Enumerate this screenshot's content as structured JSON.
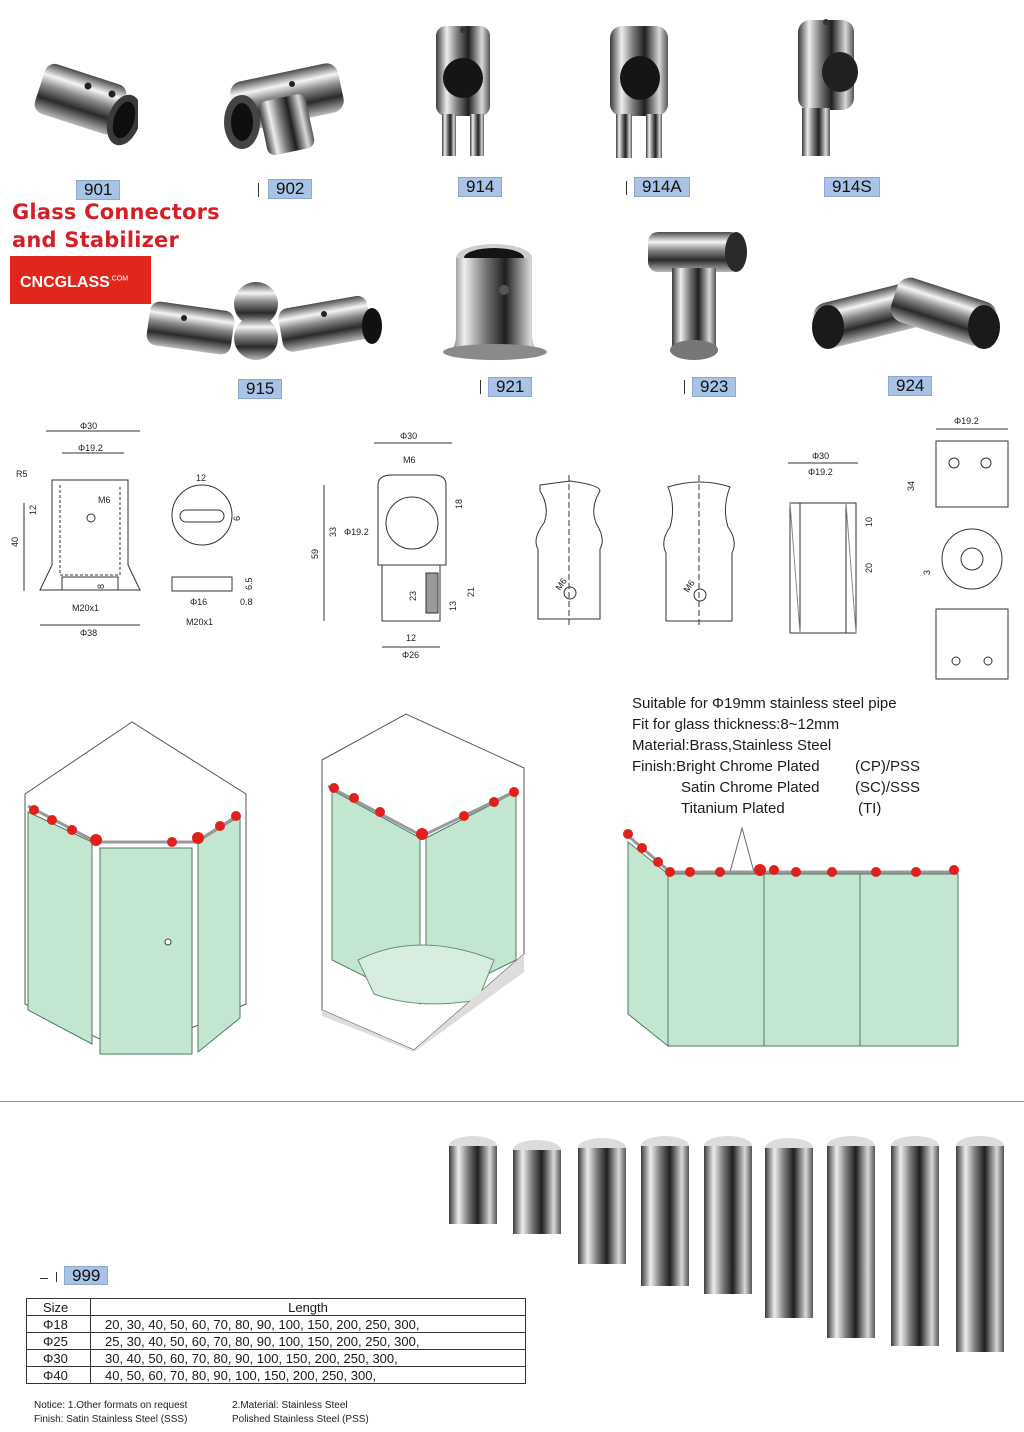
{
  "brand": {
    "title_line1": "Glass Connectors",
    "title_line2": "and Stabilizer",
    "logo": "CNCGLASS",
    "logo_suffix": ".COM"
  },
  "parts": {
    "p901": "901",
    "p902": "902",
    "p914": "914",
    "p914a": "914A",
    "p914s": "914S",
    "p915": "915",
    "p921": "921",
    "p923": "923",
    "p924": "924",
    "p999": "999"
  },
  "drawings": {
    "d1": {
      "phi30": "Φ30",
      "phi19": "Φ19.2",
      "r5": "R5",
      "m6": "M6",
      "h12": "12",
      "h40": "40",
      "h8": "8",
      "thread": "M20x1",
      "phi38": "Φ38"
    },
    "d2": {
      "w12": "12",
      "h6": "6",
      "h65": "6.5",
      "phi16": "Φ16",
      "h08": "0.8",
      "thread": "M20x1"
    },
    "d3": {
      "phi30": "Φ30",
      "m6": "M6",
      "h18": "18",
      "h33": "33",
      "phi19": "Φ19.2",
      "h59": "59",
      "h23": "23",
      "h13": "13",
      "h21": "21",
      "w12": "12",
      "phi26": "Φ26"
    },
    "d4": {
      "m6": "M6"
    },
    "d5": {
      "m6": "M6"
    },
    "d6": {
      "phi30": "Φ30",
      "phi19": "Φ19.2",
      "h10": "10",
      "h20": "20"
    },
    "d7": {
      "phi19": "Φ19.2",
      "h34": "34",
      "h3": "3"
    }
  },
  "spec": {
    "line1": "Suitable for Φ19mm stainless steel pipe",
    "line2": "Fit for glass thickness:8~12mm",
    "line3": "Material:Brass,Stainless Steel",
    "finish_label": "Finish:Bright Chrome Plated",
    "finish1_code": "(CP)/PSS",
    "finish2": "Satin Chrome Plated",
    "finish2_code": "(SC)/SSS",
    "finish3": "Titanium Plated",
    "finish3_code": "(TI)"
  },
  "table": {
    "col_size": "Size",
    "col_length": "Length",
    "rows": [
      {
        "size": "Φ18",
        "lengths": "20,  30,  40,  50,  60,  70,  80,  90,  100,  150,  200,  250,  300,"
      },
      {
        "size": "Φ25",
        "lengths": "25,  30,  40,  50,  60,  70,  80,  90,  100,  150,  200,  250,  300,"
      },
      {
        "size": "Φ30",
        "lengths": "30,  40,  50,  60,  70,  80,  90,  100,  150,  200,  250,  300,"
      },
      {
        "size": "Φ40",
        "lengths": "40,  50,  60,  70,  80,  90,  100,  150,  200,  250,  300,"
      }
    ]
  },
  "notice": {
    "n1": "Notice: 1.Other formats on request",
    "n2": "2.Material: Stainless Steel",
    "n3": "Finish: Satin Stainless Steel (SSS)",
    "n4": "Polished Stainless Steel (PSS)"
  },
  "colors": {
    "accent_red": "#d51f26",
    "label_blue": "#a9c3e6",
    "glass_green": "#bfe3cf",
    "clamp_red": "#e0201c"
  }
}
